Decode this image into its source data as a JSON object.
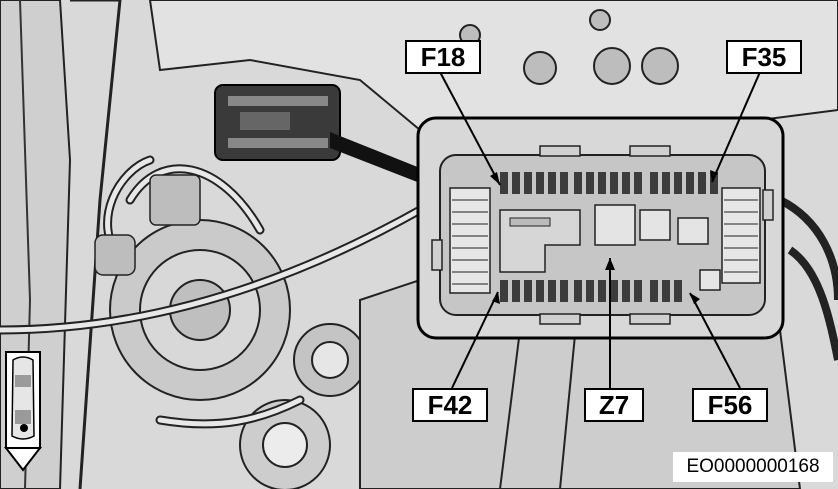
{
  "callouts": {
    "f18": "F18",
    "f35": "F35",
    "f42": "F42",
    "z7": "Z7",
    "f56": "F56"
  },
  "document_code": "EO0000000168",
  "colors": {
    "background": "#d6d6d6",
    "outline": "#000000",
    "callout_fill": "#ffffff",
    "fusebox_fill": "#c8c8c8"
  },
  "icons": {
    "vehicle_location": "car-top-view-icon"
  }
}
